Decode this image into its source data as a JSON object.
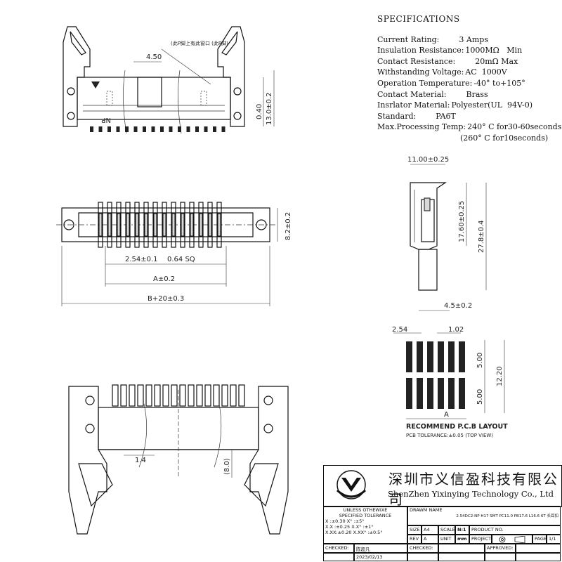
{
  "specifications": {
    "title": "SPECIFICATIONS",
    "rows": [
      {
        "label": "Current Rating:",
        "value": "3 Amps"
      },
      {
        "label": "Insulation Resistance:",
        "value": "1000MΩ   Min"
      },
      {
        "label": "Contact Resistance:",
        "value": "20mΩ Max"
      },
      {
        "label": "Withstanding Voltage:",
        "value": "AC  1000V"
      },
      {
        "label": "Operation Temperature:",
        "value": "-40° to+105°"
      },
      {
        "label": "Contact Material:",
        "value": "Brass"
      },
      {
        "label": "Insrlator Material:",
        "value": "Polyester(UL  94V-0)"
      },
      {
        "label": "Standard:",
        "value": "PA6T"
      },
      {
        "label": "Max.Processing Temp:",
        "value": "240° C for30-60seconds"
      },
      {
        "label": "",
        "value": "(260° C for10seconds)"
      }
    ]
  },
  "dimensions": {
    "top_pitch": "4.50",
    "top_h1": "0.40",
    "top_h2": "13.0±0.2",
    "np_label": "NP",
    "note": "(此P脚上有此窗口\n(此P脚)",
    "mid_pitch": "2.54±0.1",
    "mid_pin": "0.64 SQ",
    "mid_a": "A±0.2",
    "mid_b": "B+20±0.3",
    "mid_h": "8.2±0.2",
    "side_w": "11.00±0.25",
    "side_h1": "17.60±0.25",
    "side_h2": "27.8±0.4",
    "side_w2": "4.5±0.2",
    "bottom_1": "1.4",
    "bottom_2": "(8.0)",
    "pcb_254": "2.54",
    "pcb_102": "1.02",
    "pcb_500a": "5.00",
    "pcb_500b": "5.00",
    "pcb_1220": "12.20",
    "pcb_a": "A",
    "pcb_title": "RECOMMEND P.C.B LAYOUT",
    "pcb_tol": "PCB TOLERANCE:±0.05 (TOP VIEW)"
  },
  "title_block": {
    "company_cn": "深圳市义信盈科技有限公司",
    "company_en": "ShenZhen Yixinying Technology Co., Ltd",
    "tol_header1": "UNLESS OTHEWIXE",
    "tol_header2": "SPECIFIED TOLERANCE",
    "tol_rows": [
      "X   :±0.30   X°   :±5°",
      "X.X  :±0.25   X.X°  :±1°",
      "X.XX:±0.20   X.XX° :±0.5°"
    ],
    "drawing_name_label": "DRAWM NAME",
    "drawing_name": "2.54DC2-NP H17 SMT PC11.0 PB17.6 L16.6 6T 长耳扣",
    "size_label": "SIZE",
    "size": "A4",
    "scale_label": "SCALE",
    "scale": "N:1",
    "product_no_label": "PRODUCT NO.",
    "rev_label": "REV",
    "rev": "A",
    "unit_label": "UNIT",
    "unit": "mm",
    "project_label": "PROJECT",
    "page_label": "PAGE",
    "page": "1/1",
    "checked_label": "CHECKED:",
    "checked_by": "陈超凡",
    "checked2_label": "CHECKED:",
    "approved_label": "APPROVED:",
    "date": "2023/02/13"
  }
}
